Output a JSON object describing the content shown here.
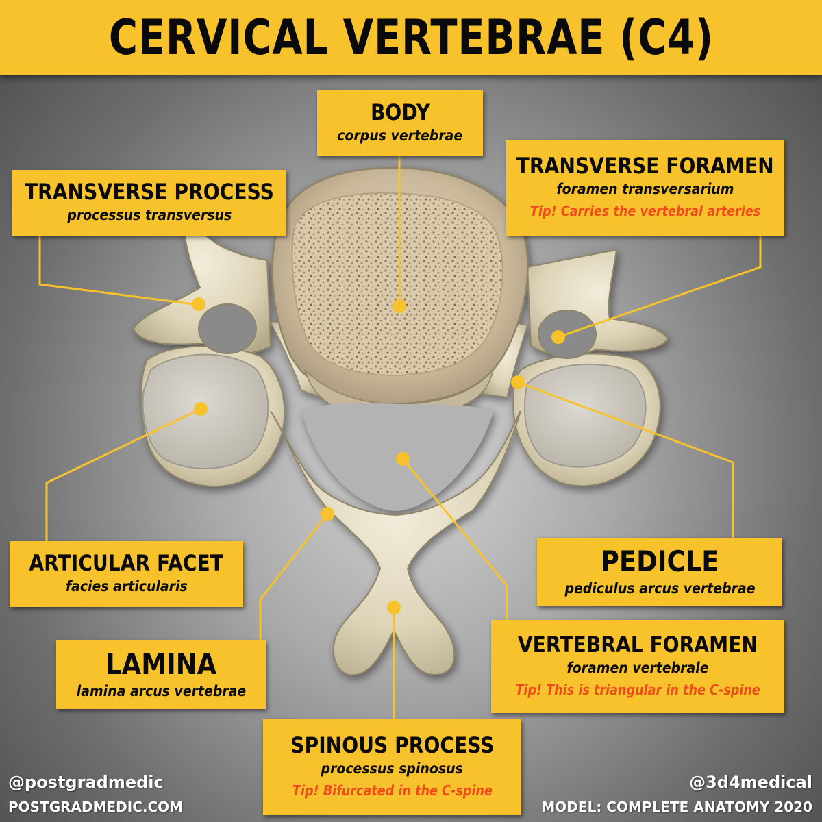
{
  "title": "CERVICAL VERTEBRAE (C4)",
  "labels": {
    "body": {
      "name": "BODY",
      "latin": "corpus vertebrae"
    },
    "transverse_process": {
      "name": "TRANSVERSE PROCESS",
      "latin": "processus transversus"
    },
    "transverse_foramen": {
      "name": "TRANSVERSE FORAMEN",
      "latin": "foramen transversarium",
      "tip": "Tip! Carries the vertebral arteries"
    },
    "articular_facet": {
      "name": "ARTICULAR FACET",
      "latin": "facies articularis"
    },
    "pedicle": {
      "name": "PEDICLE",
      "latin": "pediculus arcus vertebrae"
    },
    "lamina": {
      "name": "LAMINA",
      "latin": "lamina arcus vertebrae"
    },
    "vertebral_foramen": {
      "name": "VERTEBRAL FORAMEN",
      "latin": "foramen vertebrale",
      "tip": "Tip! This is triangular in the C-spine"
    },
    "spinous_process": {
      "name": "SPINOUS PROCESS",
      "latin": "processus spinosus",
      "tip": "Tip! Bifurcated in the C-spine"
    }
  },
  "footer": {
    "left_handle": "@postgradmedic",
    "left_site": "POSTGRADMEDIC.COM",
    "right_handle": "@3d4medical",
    "right_model": "MODEL: COMPLETE ANATOMY 2020"
  },
  "colors": {
    "accent": "#f7c22c",
    "tip": "#f04c1b",
    "bone": "#e9e2cc"
  }
}
